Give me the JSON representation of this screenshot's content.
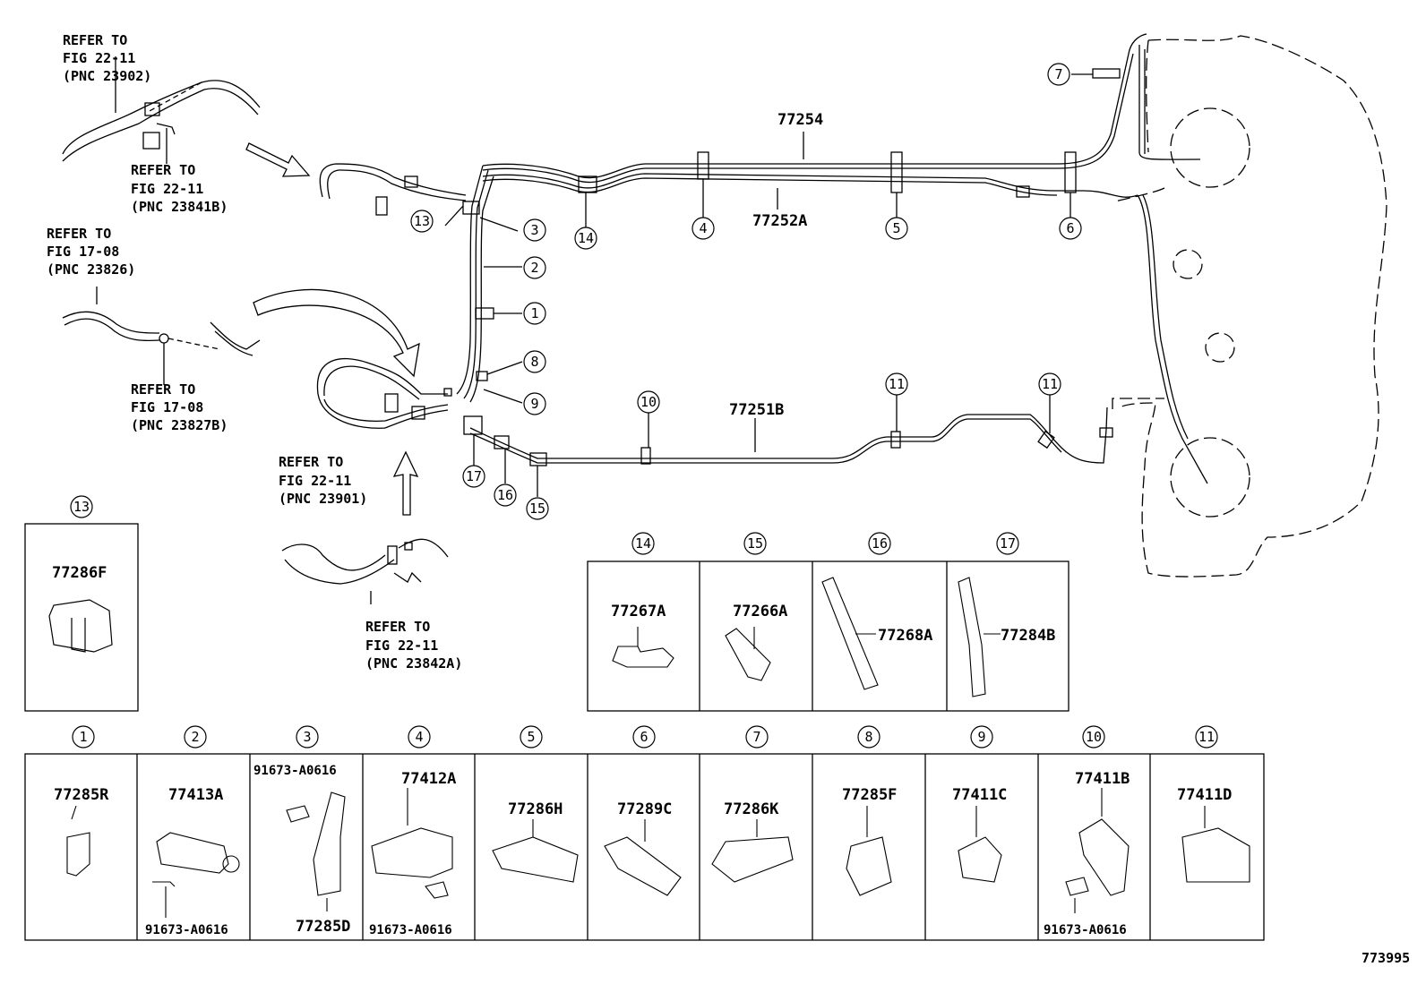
{
  "refs": [
    {
      "id": "ref-23902",
      "lines": [
        "REFER TO",
        "FIG 22-11",
        "(PNC 23902)"
      ]
    },
    {
      "id": "ref-23841b",
      "lines": [
        "REFER TO",
        "FIG 22-11",
        "(PNC 23841B)"
      ]
    },
    {
      "id": "ref-23826",
      "lines": [
        "REFER TO",
        "FIG 17-08",
        "(PNC 23826)"
      ]
    },
    {
      "id": "ref-23827b",
      "lines": [
        "REFER TO",
        "FIG 17-08",
        "(PNC 23827B)"
      ]
    },
    {
      "id": "ref-23901",
      "lines": [
        "REFER TO",
        "FIG 22-11",
        "(PNC 23901)"
      ]
    },
    {
      "id": "ref-23842a",
      "lines": [
        "REFER TO",
        "FIG 22-11",
        "(PNC 23842A)"
      ]
    }
  ],
  "main_parts": {
    "p77254": "77254",
    "p77252a": "77252A",
    "p77251b": "77251B"
  },
  "callouts": [
    "1",
    "2",
    "3",
    "4",
    "5",
    "6",
    "7",
    "8",
    "9",
    "10",
    "11",
    "11",
    "13",
    "14",
    "15",
    "16",
    "17"
  ],
  "box13": {
    "num": "13",
    "part": "77286F"
  },
  "mid_boxes": [
    {
      "num": "14",
      "part": "77267A"
    },
    {
      "num": "15",
      "part": "77266A"
    },
    {
      "num": "16",
      "part": "77268A"
    },
    {
      "num": "17",
      "part": "77284B"
    }
  ],
  "bottom_boxes": [
    {
      "num": "1",
      "part": "77285R",
      "sub": ""
    },
    {
      "num": "2",
      "part": "77413A",
      "sub": "91673-A0616"
    },
    {
      "num": "3",
      "part": "77285D",
      "sub": "91673-A0616"
    },
    {
      "num": "4",
      "part": "77412A",
      "sub": "91673-A0616"
    },
    {
      "num": "5",
      "part": "77286H",
      "sub": ""
    },
    {
      "num": "6",
      "part": "77289C",
      "sub": ""
    },
    {
      "num": "7",
      "part": "77286K",
      "sub": ""
    },
    {
      "num": "8",
      "part": "77285F",
      "sub": ""
    },
    {
      "num": "9",
      "part": "77411C",
      "sub": ""
    },
    {
      "num": "10",
      "part": "77411B",
      "sub": "91673-A0616"
    },
    {
      "num": "11",
      "part": "77411D",
      "sub": ""
    }
  ],
  "figure_number": "773995"
}
